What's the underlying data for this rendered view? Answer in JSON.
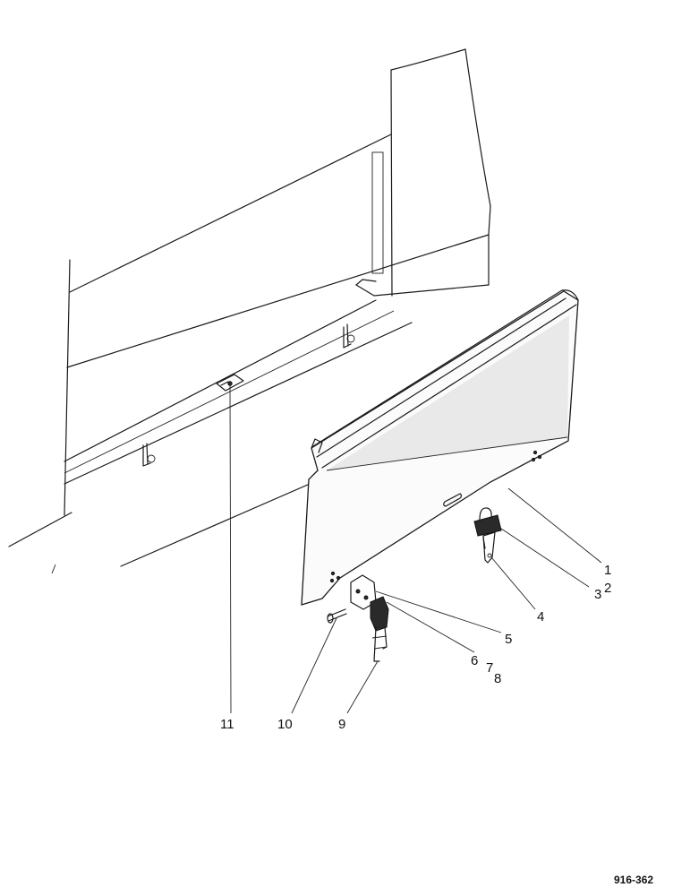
{
  "callouts": {
    "c1": "1",
    "c2": "2",
    "c3": "3",
    "c4": "4",
    "c5": "5",
    "c6": "6",
    "c7": "7",
    "c8": "8",
    "c9": "9",
    "c10": "10",
    "c11": "11"
  },
  "figure_id": "916-362"
}
